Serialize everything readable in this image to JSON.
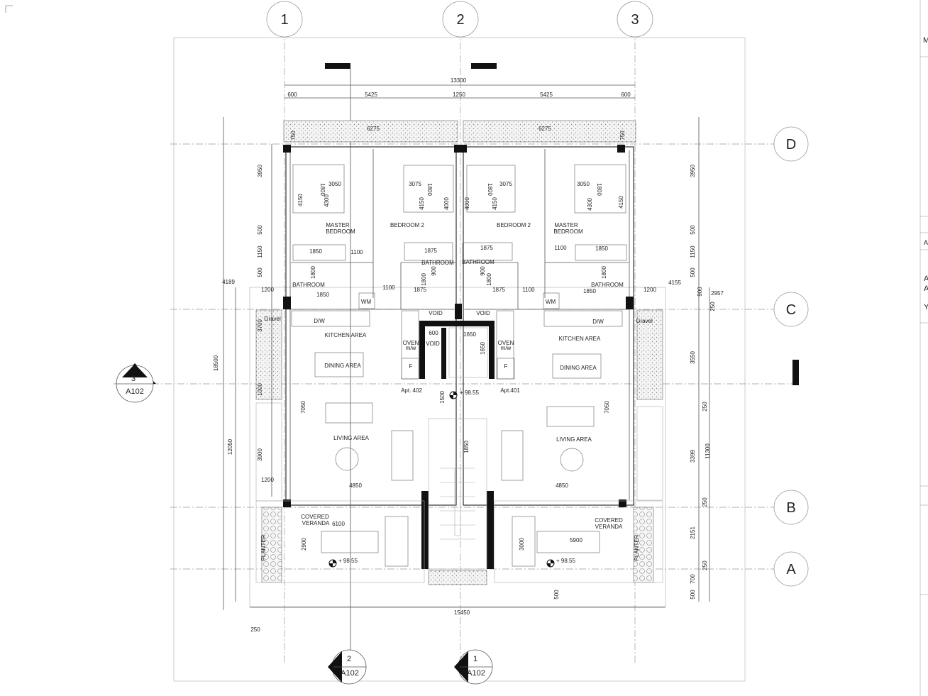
{
  "grid": {
    "columns": [
      "1",
      "2",
      "3"
    ],
    "rows": [
      "D",
      "C",
      "B",
      "A"
    ]
  },
  "section_markers": [
    {
      "id": "3",
      "sheet": "A102"
    },
    {
      "id": "2",
      "sheet": "A102"
    },
    {
      "id": "1",
      "sheet": "A102"
    }
  ],
  "dimensions": {
    "overall_top": "13300",
    "top_chain": [
      "600",
      "5425",
      "1250",
      "5425",
      "600"
    ],
    "planter_top_left": "6275",
    "planter_top_right": "6275",
    "planter_edge_left": "750",
    "planter_edge_right": "750",
    "overall_bottom": "15450",
    "bottom_small": "250",
    "bottom_right_500": "500",
    "left_outer": "18500",
    "left_outer_2": "12050",
    "left_4189": "4189",
    "left_chain": [
      "3950",
      "500",
      "1150",
      "500",
      "1200",
      "3700",
      "1000",
      "3900",
      "1200"
    ],
    "right_chain": [
      "3950",
      "500",
      "1150",
      "500",
      "900",
      "250",
      "3550",
      "250",
      "3399",
      "250",
      "2151",
      "250",
      "700",
      "500"
    ],
    "right_4155": "4155",
    "right_2957": "2957",
    "right_11300": "11300",
    "left_1200": "1200",
    "right_1200": "1200"
  },
  "rooms": {
    "master_bedroom": "MASTER\nBEDROOM",
    "master_bedroom_l1": "MASTER",
    "master_bedroom_l2": "BEDROOM",
    "bedroom2": "BEDROOM 2",
    "bathroom": "BATHROOM",
    "kitchen": "KITCHEN AREA",
    "dining": "DINING AREA",
    "living": "LIVING AREA",
    "veranda_l1": "COVERED",
    "veranda_l2": "VERANDA",
    "gravel": "Gravel",
    "planter": "PLANTER",
    "void": "VOID",
    "wm": "WM",
    "dw": "D/W",
    "oven_l1": "OVEN",
    "oven_l2": "m/w",
    "fridge": "F",
    "apt_left": "Apt. 402",
    "apt_right": "Apt.401"
  },
  "room_dims": {
    "mb_w": "3050",
    "mb_h1": "1800",
    "mb_h2": "4300",
    "mb_h3": "4150",
    "b2_w": "3075",
    "b2_h1": "1800",
    "b2_h2": "4150",
    "b2_h3": "4000",
    "wardrobe_l": "1850",
    "wardrobe_b2": "1875",
    "door_1100": "1100",
    "bath_1800": "1800",
    "bath_900": "900",
    "bath_1850": "1850",
    "bath_1875": "1875",
    "lift_600": "600",
    "lift_1650": "1650",
    "lift_1650v": "1650",
    "living_7050": "7050",
    "living_4850": "4850",
    "lobby_1500": "1500",
    "stair_1850": "1850",
    "veranda_6100": "6100",
    "veranda_2900": "2900",
    "veranda_3000": "3000",
    "veranda_5900": "5900"
  },
  "levels": {
    "center": "+ 98.55",
    "veranda_left": "+ 98.55",
    "veranda_right": "+ 98.55"
  },
  "right_panel": {
    "letter_m": "M",
    "letter_a1": "A",
    "letter_a2": "A",
    "letter_a3": "A",
    "letter_y": "Y"
  }
}
